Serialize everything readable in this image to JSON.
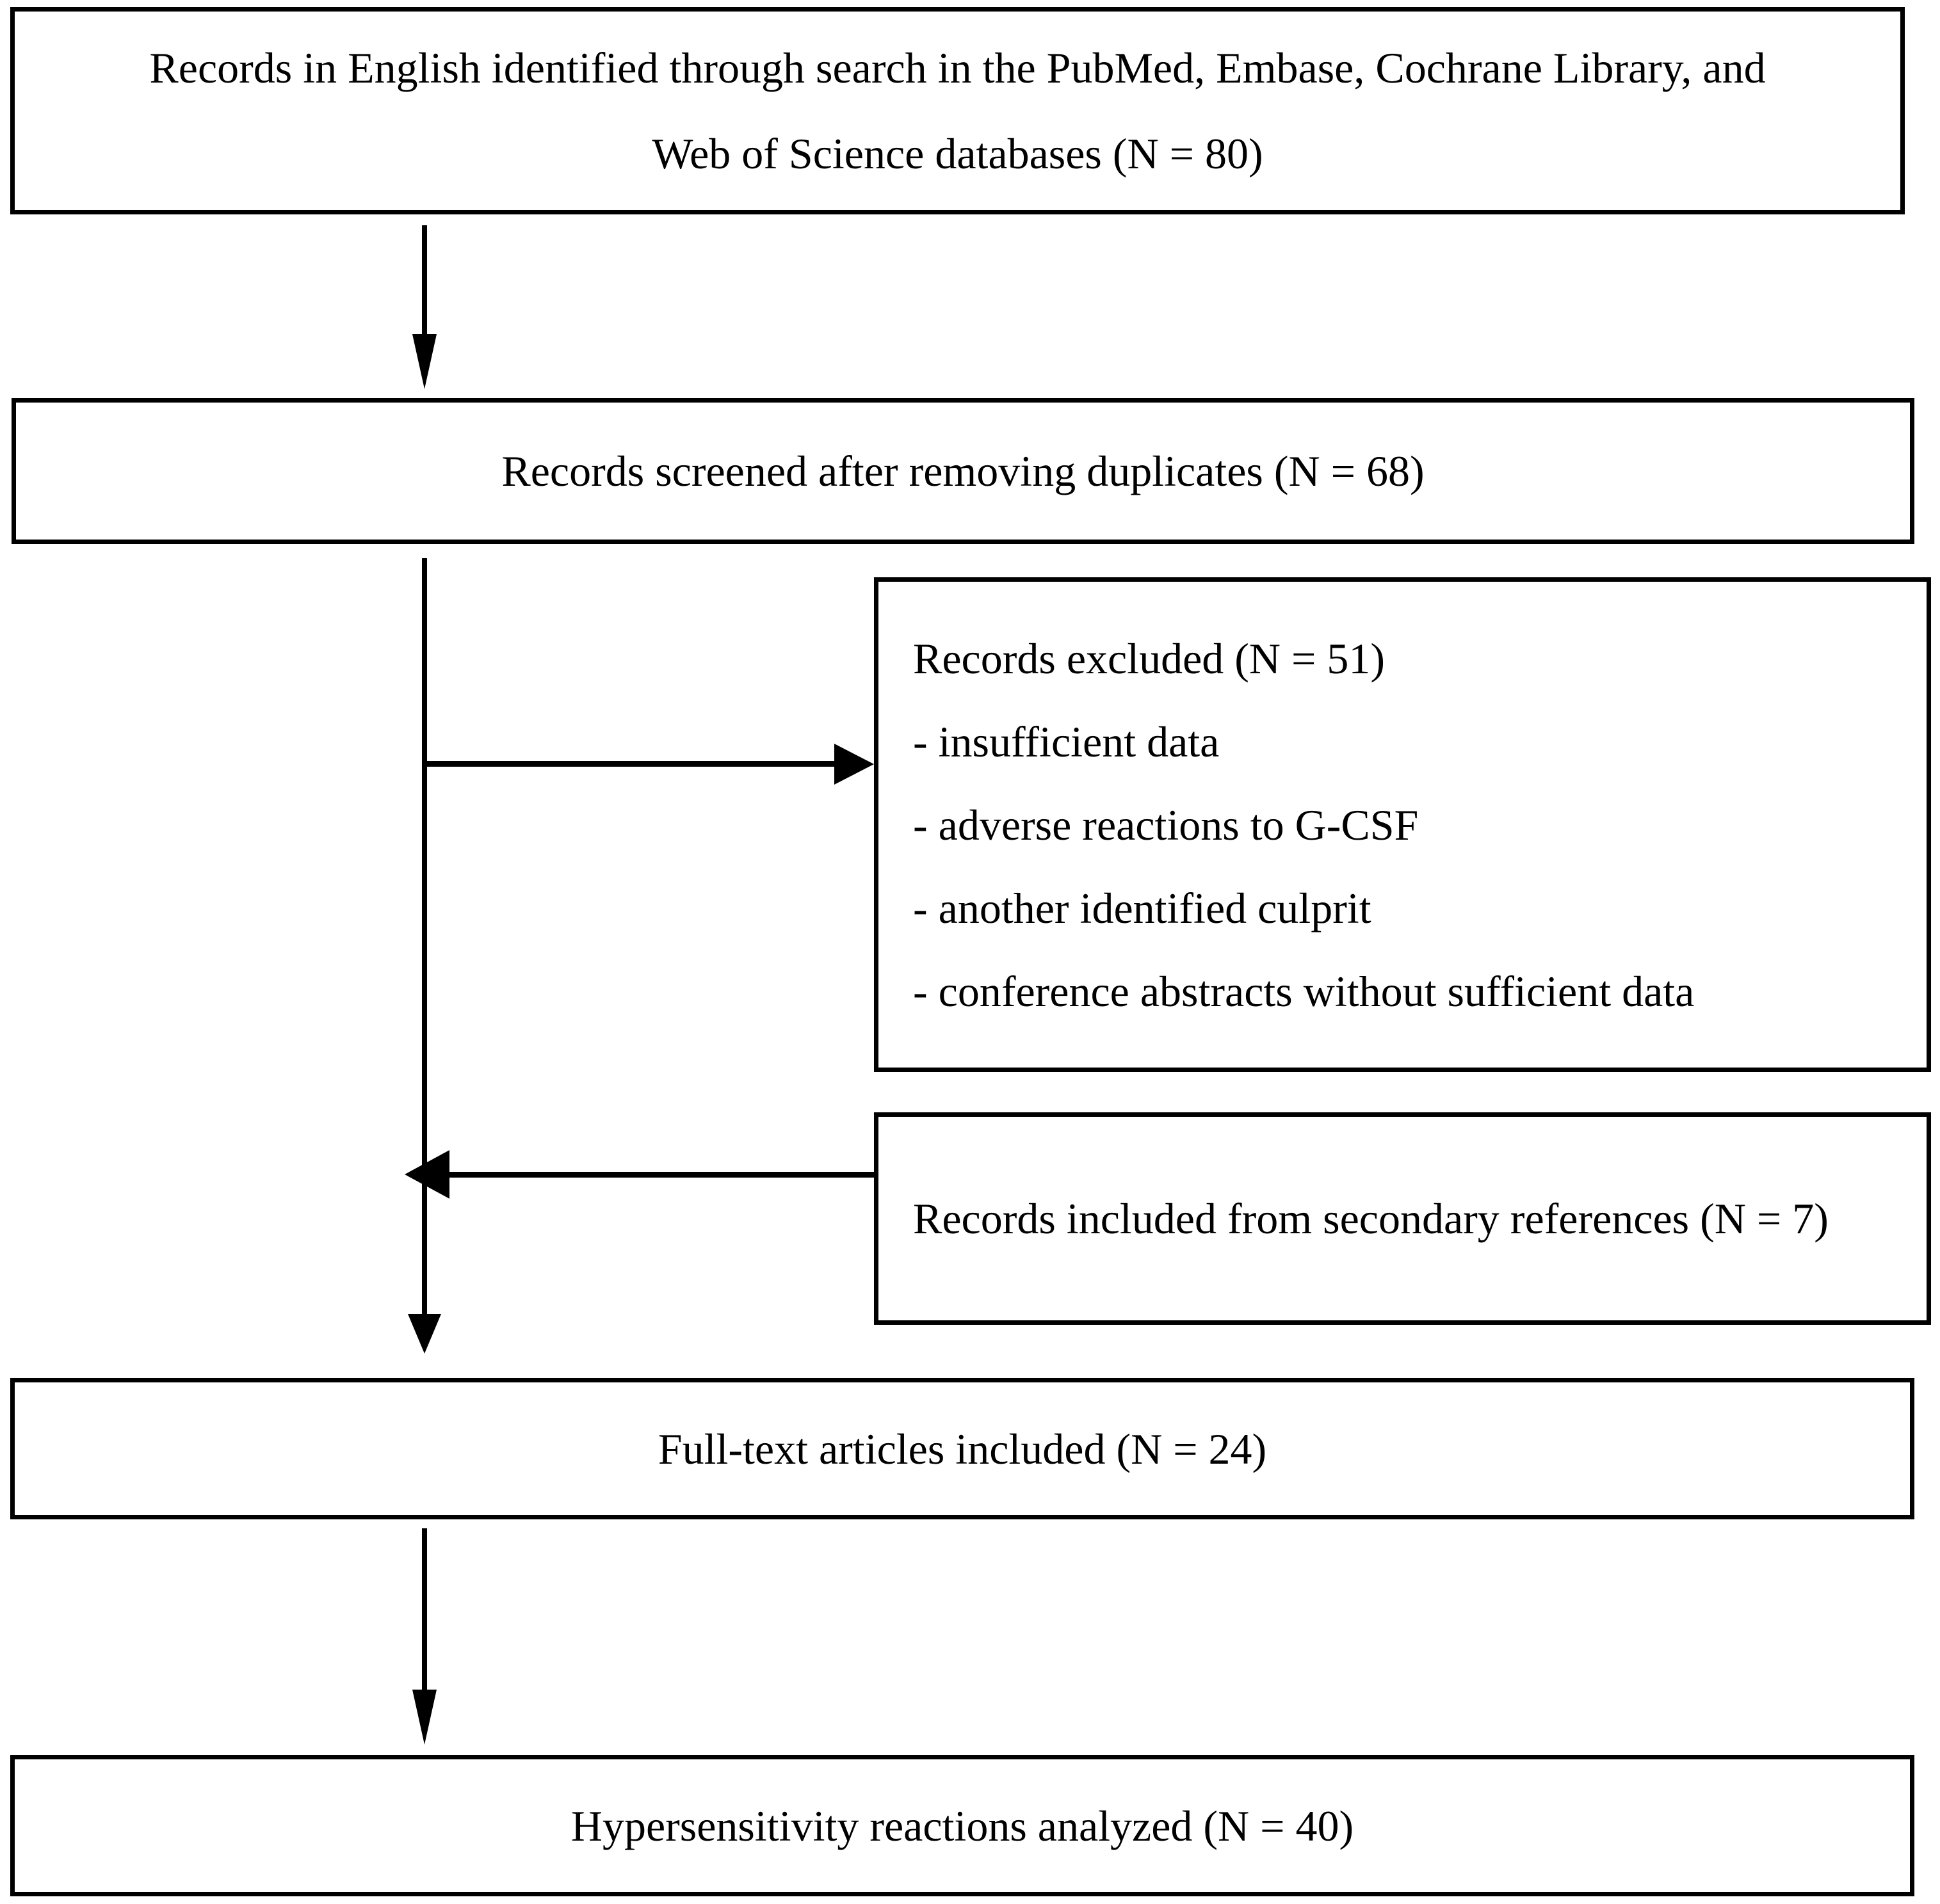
{
  "diagram": {
    "type": "prisma-flow-diagram",
    "boxes": {
      "identification": {
        "line1": "Records in English identified through search in the PubMed, Embase, Cochrane Library, and",
        "line2": "Web of Science databases (N = 80)"
      },
      "screening": {
        "line1": "Records screened after removing duplicates (N = 68)"
      },
      "excluded": {
        "heading": "Records excluded (N = 51)",
        "reason1": "- insufficient data",
        "reason2": "- adverse reactions to G-CSF",
        "reason3": "- another identified culprit",
        "reason4": "- conference abstracts without sufficient data"
      },
      "secondary": {
        "line1": "Records included from secondary references (N = 7)"
      },
      "fulltext": {
        "line1": "Full-text articles included (N = 24)"
      },
      "analyzed": {
        "line1": "Hypersensitivity reactions analyzed (N = 40)"
      }
    },
    "connectors": {
      "identification_to_screening": "down-arrow",
      "screening_to_excluded": "right-arrow",
      "secondary_to_main": "left-arrow",
      "screening_to_fulltext": "down-arrow",
      "fulltext_to_analyzed": "down-arrow"
    },
    "colors": {
      "stroke": "#000000",
      "fill": "#ffffff",
      "text": "#000000"
    }
  }
}
